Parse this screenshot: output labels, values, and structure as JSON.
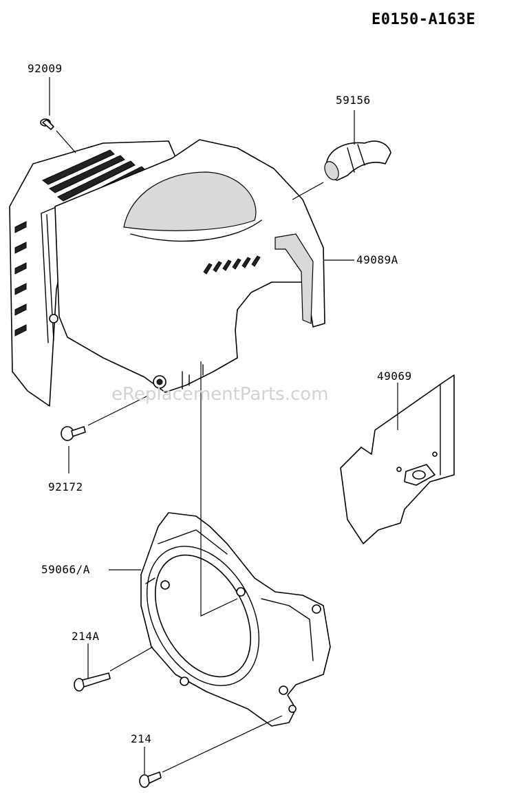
{
  "diagram": {
    "code": "E0150-A163E",
    "watermark": "eReplacementParts.com"
  },
  "parts": [
    {
      "id": "p92009",
      "number": "92009"
    },
    {
      "id": "p59156",
      "number": "59156"
    },
    {
      "id": "p49089A",
      "number": "49089A"
    },
    {
      "id": "p49069",
      "number": "49069"
    },
    {
      "id": "p92172",
      "number": "92172"
    },
    {
      "id": "p59066A",
      "number": "59066/A"
    },
    {
      "id": "p214A",
      "number": "214A"
    },
    {
      "id": "p214",
      "number": "214"
    }
  ]
}
